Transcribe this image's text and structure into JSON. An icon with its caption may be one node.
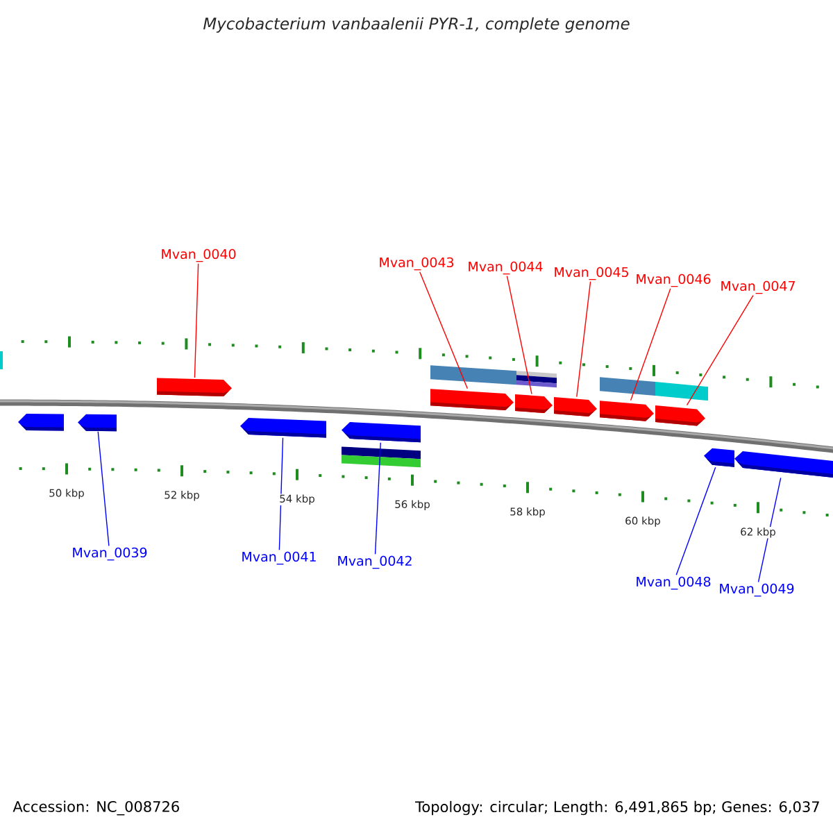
{
  "diagram": {
    "title": "Mycobacterium vanbaalenii PYR-1, complete genome",
    "nodes": [
      {
        "text": [
          "Mvan_0040"
        ]
      },
      {
        "text": [
          "Mvan_0043"
        ]
      },
      {
        "text": [
          "Mvan_0044"
        ]
      },
      {
        "text": [
          "Mvan_0045"
        ]
      },
      {
        "text": [
          "Mvan_0046"
        ]
      },
      {
        "text": [
          "Mvan_0047"
        ]
      },
      {
        "text": [
          "Mvan_0039"
        ]
      },
      {
        "text": [
          "Mvan_0041"
        ]
      },
      {
        "text": [
          "Mvan_0042"
        ]
      },
      {
        "text": [
          "Mvan_0048"
        ]
      },
      {
        "text": [
          "Mvan_0049"
        ]
      },
      {
        "text": [],
        "shape": "arrow"
      },
      {
        "text": [],
        "shape": "arrow"
      },
      {
        "text": [],
        "shape": "arrow"
      },
      {
        "text": [],
        "shape": "arrow"
      },
      {
        "text": [],
        "shape": "arrow"
      },
      {
        "text": [],
        "shape": "arrow"
      },
      {
        "text": [],
        "shape": "arrow"
      },
      {
        "text": [],
        "shape": "arrow"
      },
      {
        "text": [],
        "shape": "arrow"
      },
      {
        "text": [],
        "shape": "arrow"
      },
      {
        "text": [],
        "shape": "arrow"
      },
      {
        "text": [],
        "shape": "arrow"
      }
    ],
    "edges": [
      {
        "from": 0,
        "to": 13,
        "arrow": "none"
      },
      {
        "from": 1,
        "to": 16,
        "arrow": "none"
      },
      {
        "from": 2,
        "to": 17,
        "arrow": "none"
      },
      {
        "from": 3,
        "to": 18,
        "arrow": "none"
      },
      {
        "from": 4,
        "to": 19,
        "arrow": "none"
      },
      {
        "from": 5,
        "to": 20,
        "arrow": "none"
      },
      {
        "from": 6,
        "to": 12,
        "arrow": "none",
        "color": "#0000ff"
      },
      {
        "from": 7,
        "to": 14,
        "arrow": "none",
        "color": "#0000ff"
      },
      {
        "from": 8,
        "to": 15,
        "arrow": "none",
        "color": "#0000ff"
      },
      {
        "from": 9,
        "to": 21,
        "arrow": "none",
        "color": "#0000ff"
      },
      {
        "from": 10,
        "to": 22,
        "arrow": "none",
        "color": "#0000ff"
      }
    ],
    "labels": [
      "50 kbp",
      "52 kbp",
      "54 kbp",
      "56 kbp",
      "58 kbp",
      "60 kbp",
      "62 kbp",
      "Accession: NC_008726",
      "Topology: circular; Length: 6,491,865 bp; Genes: 6,037"
    ]
  }
}
